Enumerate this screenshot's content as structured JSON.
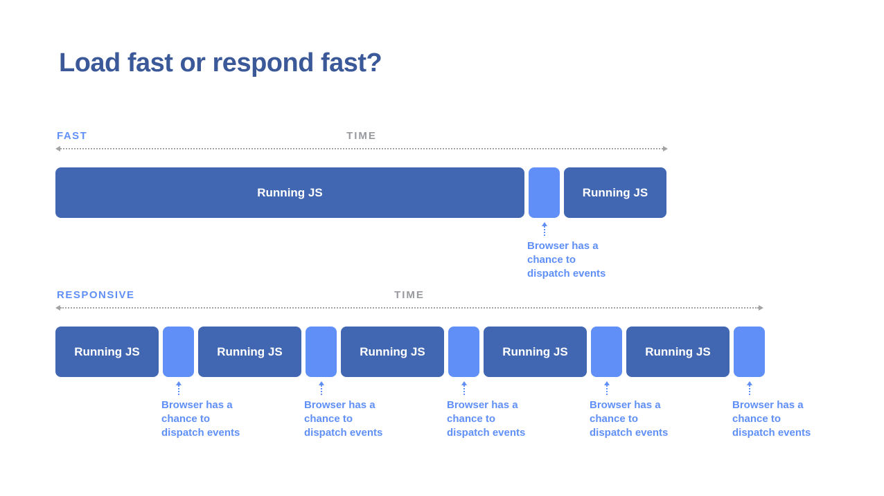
{
  "slide": {
    "title": "Load fast or respond fast?"
  },
  "colors": {
    "title_text": "#3b5998",
    "running_js_block": "#4267b2",
    "event_gap_block": "#5f8ff7",
    "annotation_text": "#5f8ff7",
    "time_axis": "#a3a3a3",
    "time_label": "#97999e"
  },
  "fast": {
    "label": "FAST",
    "time_label": "TIME",
    "gap_annotation": "Browser has a chance to dispatch events",
    "blocks": [
      {
        "kind": "running-js",
        "label": "Running JS"
      },
      {
        "kind": "event-gap"
      },
      {
        "kind": "running-js",
        "label": "Running JS"
      }
    ]
  },
  "responsive": {
    "label": "RESPONSIVE",
    "time_label": "TIME",
    "gap_annotation": "Browser has a chance to dispatch events",
    "blocks": [
      {
        "kind": "running-js",
        "label": "Running JS"
      },
      {
        "kind": "event-gap"
      },
      {
        "kind": "running-js",
        "label": "Running JS"
      },
      {
        "kind": "event-gap"
      },
      {
        "kind": "running-js",
        "label": "Running JS"
      },
      {
        "kind": "event-gap"
      },
      {
        "kind": "running-js",
        "label": "Running JS"
      },
      {
        "kind": "event-gap"
      },
      {
        "kind": "running-js",
        "label": "Running JS"
      },
      {
        "kind": "event-gap"
      }
    ]
  }
}
